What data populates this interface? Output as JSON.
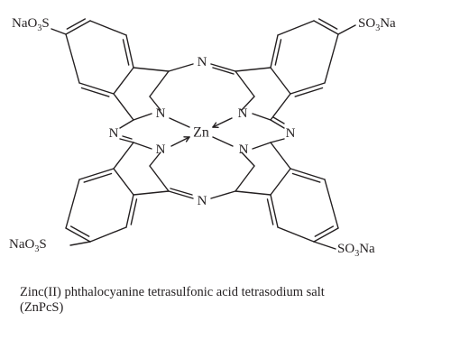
{
  "diagram": {
    "substituent_top_left": {
      "main": "NaO",
      "sub": "3",
      "tail": "S"
    },
    "substituent_top_right": {
      "main": "SO",
      "sub": "3",
      "tail": "Na"
    },
    "substituent_bottom_left": {
      "main": "NaO",
      "sub": "3",
      "tail": "S"
    },
    "substituent_bottom_right": {
      "main": "SO",
      "sub": "3",
      "tail": "Na"
    },
    "metal_center": "Zn",
    "nitrogen_label": "N",
    "line_color": "#231f20"
  },
  "caption": {
    "line1": "Zinc(II) phthalocyanine tetrasulfonic acid tetrasodium salt",
    "line2": "(ZnPcS)"
  }
}
